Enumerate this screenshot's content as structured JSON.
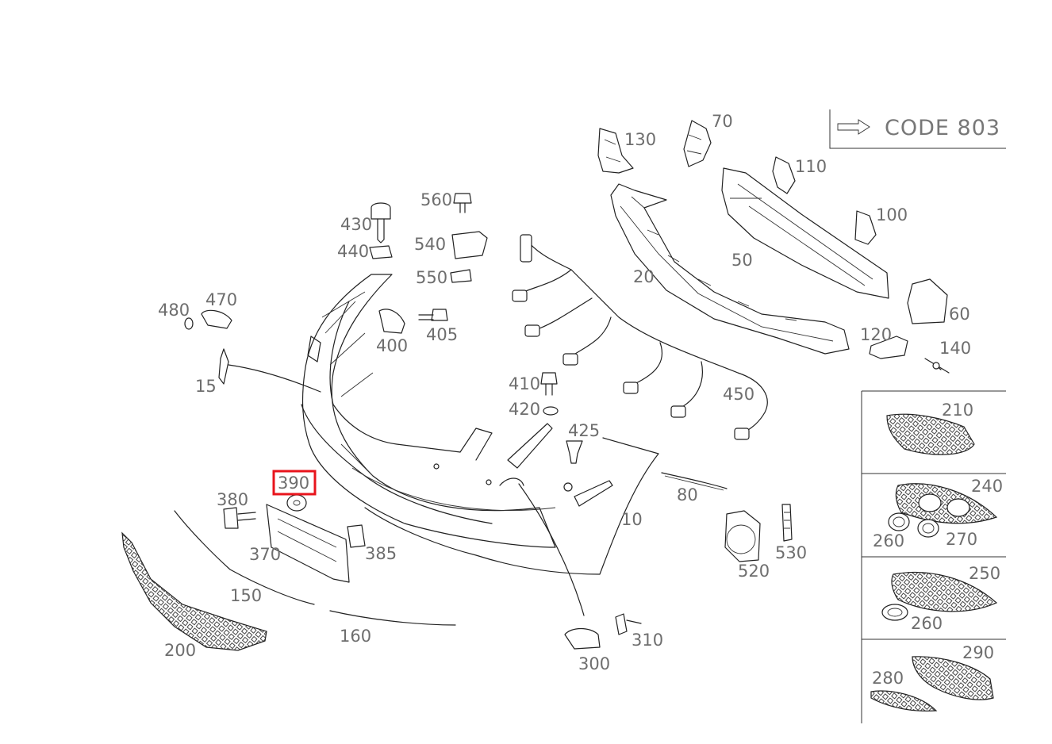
{
  "highlighted_part": "390",
  "code_box": {
    "text": "CODE 803"
  },
  "labels": {
    "p10": "10",
    "p15": "15",
    "p20": "20",
    "p50": "50",
    "p60": "60",
    "p70": "70",
    "p80": "80",
    "p100": "100",
    "p110": "110",
    "p120": "120",
    "p130": "130",
    "p140": "140",
    "p150": "150",
    "p160": "160",
    "p200": "200",
    "p210": "210",
    "p240": "240",
    "p250": "250",
    "p260a": "260",
    "p260b": "260",
    "p270": "270",
    "p280": "280",
    "p290": "290",
    "p300": "300",
    "p310": "310",
    "p370": "370",
    "p380": "380",
    "p385": "385",
    "p390": "390",
    "p400": "400",
    "p405": "405",
    "p410": "410",
    "p420": "420",
    "p425": "425",
    "p430": "430",
    "p440": "440",
    "p450": "450",
    "p470": "470",
    "p480": "480",
    "p520": "520",
    "p530": "530",
    "p540": "540",
    "p550": "550",
    "p560": "560"
  },
  "colors": {
    "highlight": "#e8141c",
    "label": "#6e6e6e",
    "line": "#222222"
  }
}
